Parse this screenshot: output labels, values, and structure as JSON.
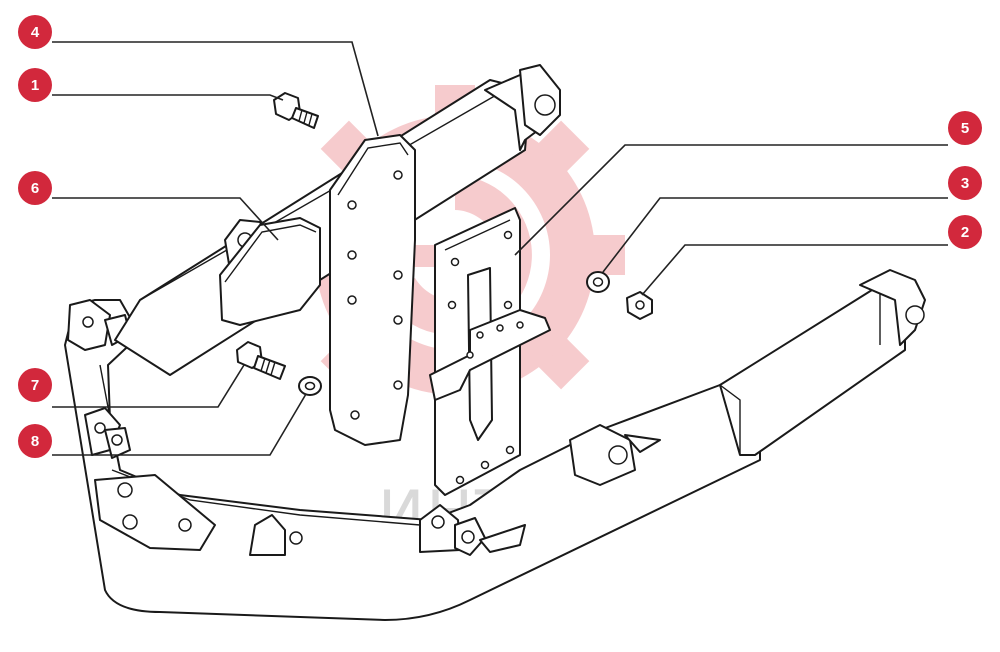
{
  "watermark": {
    "text": "ИНТЕХ",
    "gear_color": "#f6c6c8",
    "text_color": "#d9d9d9"
  },
  "callout_color": "#d2283c",
  "callouts": [
    {
      "id": "c4",
      "label": "4"
    },
    {
      "id": "c1",
      "label": "1"
    },
    {
      "id": "c6",
      "label": "6"
    },
    {
      "id": "c7",
      "label": "7"
    },
    {
      "id": "c8",
      "label": "8"
    },
    {
      "id": "c5",
      "label": "5"
    },
    {
      "id": "c3",
      "label": "3"
    },
    {
      "id": "c2",
      "label": "2"
    }
  ]
}
